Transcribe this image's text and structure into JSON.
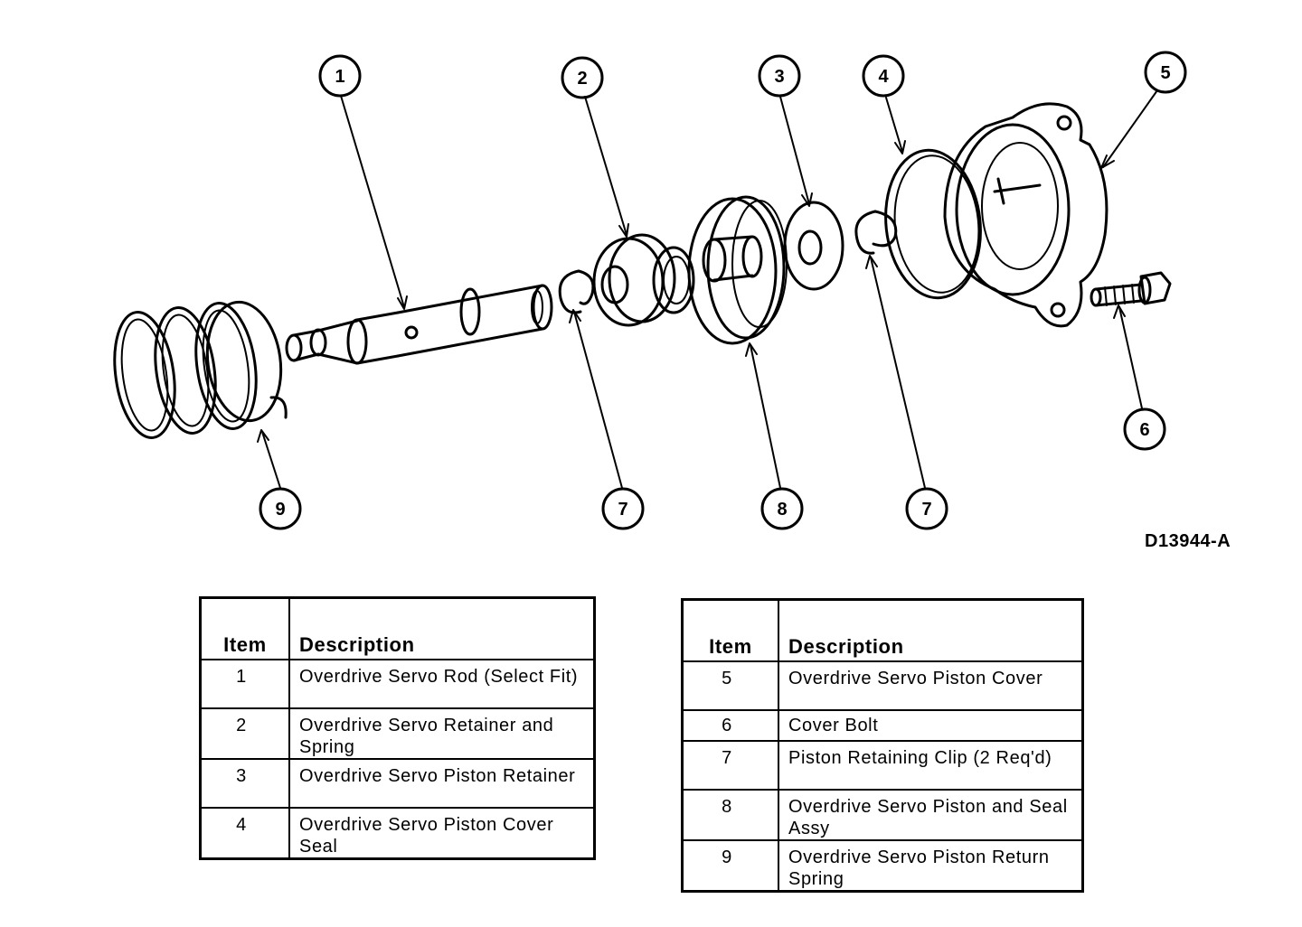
{
  "figure_id": "D13944-A",
  "callouts": [
    "1",
    "2",
    "3",
    "4",
    "5",
    "6",
    "7",
    "7",
    "8",
    "9"
  ],
  "legend_left": {
    "headers": {
      "item": "Item",
      "description": "Description"
    },
    "rows": [
      {
        "item": "1",
        "description": "Overdrive Servo Rod (Select Fit)"
      },
      {
        "item": "2",
        "description": "Overdrive Servo Retainer and Spring"
      },
      {
        "item": "3",
        "description": "Overdrive Servo Piston Retainer"
      },
      {
        "item": "4",
        "description": "Overdrive Servo Piston Cover Seal"
      }
    ]
  },
  "legend_right": {
    "headers": {
      "item": "Item",
      "description": "Description"
    },
    "rows": [
      {
        "item": "5",
        "description": "Overdrive Servo Piston Cover"
      },
      {
        "item": "6",
        "description": "Cover Bolt"
      },
      {
        "item": "7",
        "description": "Piston Retaining Clip (2 Req'd)"
      },
      {
        "item": "8",
        "description": "Overdrive Servo Piston and Seal Assy"
      },
      {
        "item": "9",
        "description": "Overdrive Servo Piston Return Spring"
      }
    ]
  }
}
